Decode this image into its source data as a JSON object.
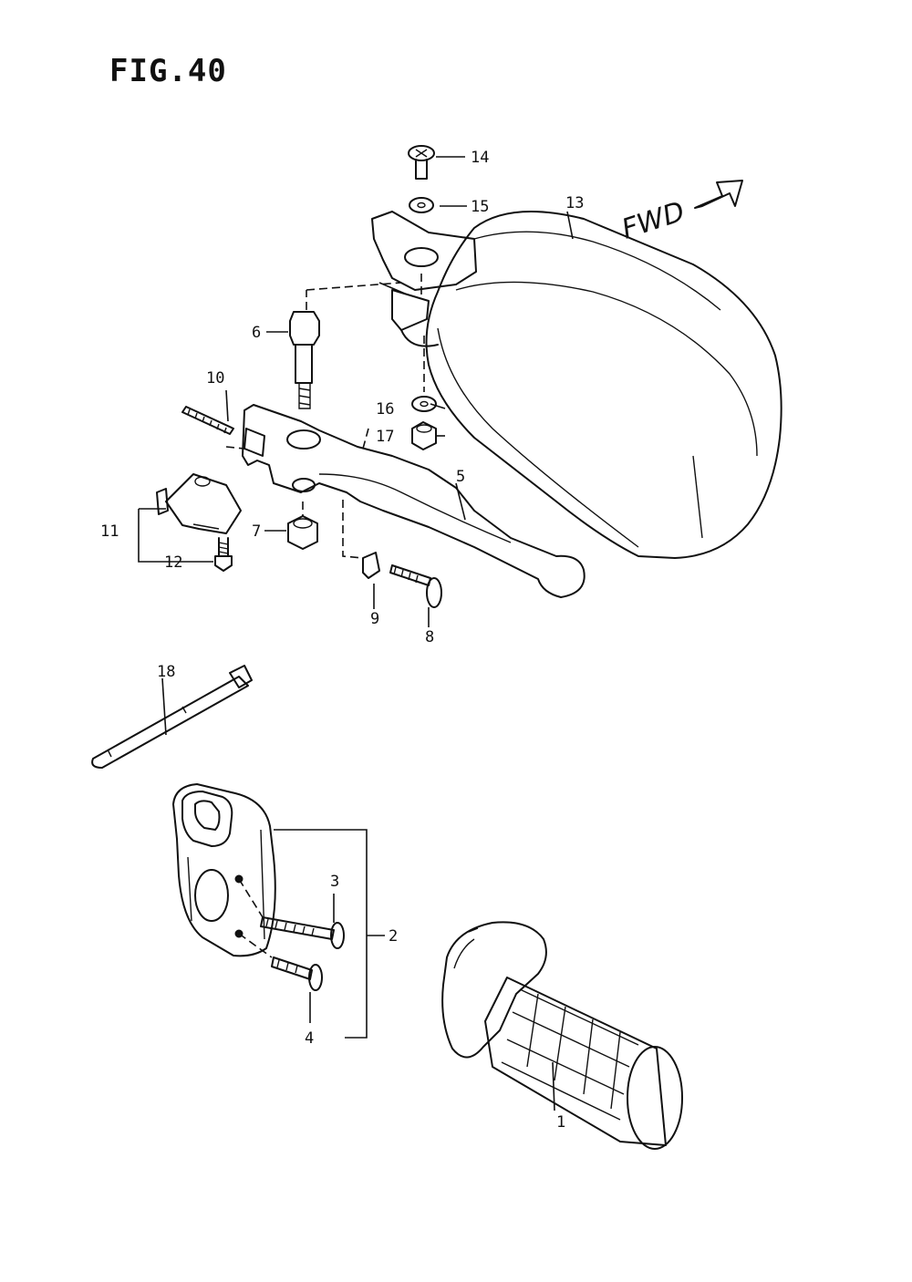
{
  "figure": {
    "title": "FIG.40"
  },
  "direction": {
    "label": "FWD"
  },
  "callouts": {
    "c1": "1",
    "c2": "2",
    "c3": "3",
    "c4": "4",
    "c5": "5",
    "c6": "6",
    "c7": "7",
    "c8": "8",
    "c9": "9",
    "c10": "10",
    "c11": "11",
    "c12": "12",
    "c13": "13",
    "c14": "14",
    "c15": "15",
    "c16": "16",
    "c17": "17",
    "c18": "18"
  }
}
